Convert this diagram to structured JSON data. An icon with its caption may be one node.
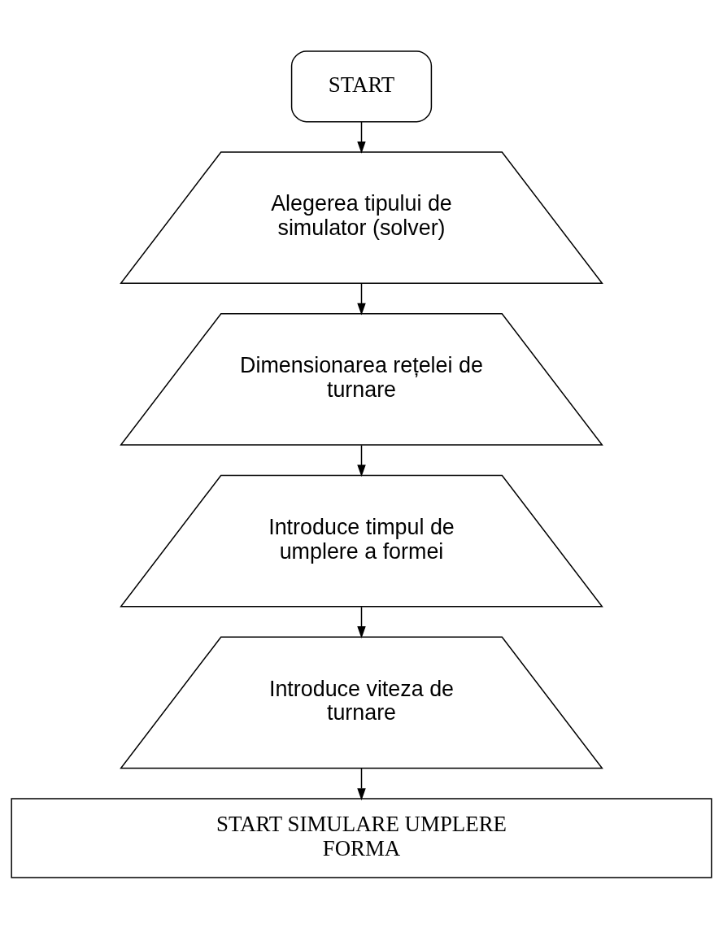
{
  "diagram": {
    "nodes": [
      {
        "text": [
          "START"
        ]
      },
      {
        "text": [
          "Alegerea tipului de simulator (solver)"
        ]
      },
      {
        "text": [
          "Dimensionarea rețelei de turnare"
        ]
      },
      {
        "text": [
          "Introduce timpul de umplere a formei"
        ]
      },
      {
        "text": [
          "Introduce viteza de turnare"
        ]
      },
      {
        "text": [
          "START SIMULARE UMPLERE FORMA"
        ]
      }
    ],
    "edges": [
      {
        "from": 0,
        "to": 1,
        "arrow": "to"
      },
      {
        "from": 1,
        "to": 2,
        "arrow": "to"
      },
      {
        "from": 2,
        "to": 3,
        "arrow": "to"
      },
      {
        "from": 3,
        "to": 4,
        "arrow": "to"
      },
      {
        "from": 4,
        "to": 5,
        "arrow": "to"
      }
    ]
  }
}
